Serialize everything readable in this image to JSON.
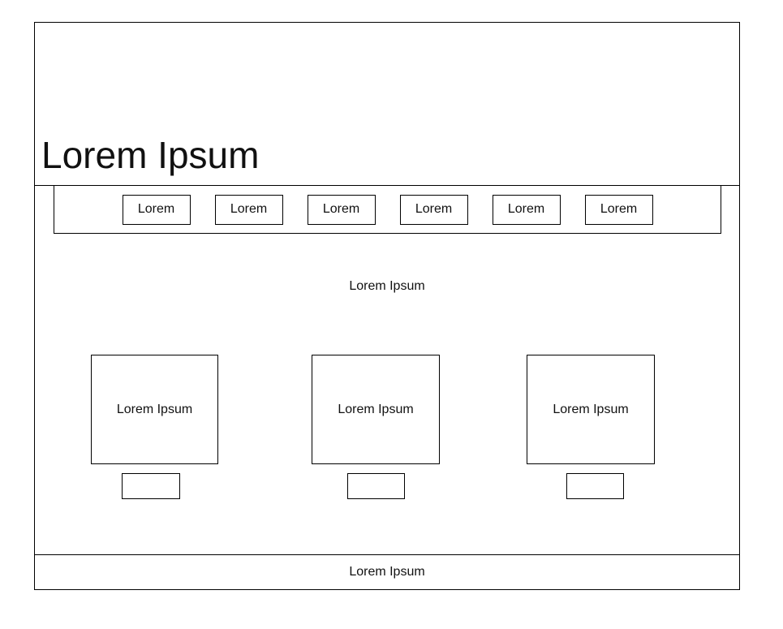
{
  "theme": {
    "background": "#ffffff",
    "border_color": "#000000",
    "text_color": "#111111"
  },
  "header": {
    "title": "Lorem Ipsum"
  },
  "navbar": {
    "items": [
      {
        "label": "Lorem"
      },
      {
        "label": "Lorem"
      },
      {
        "label": "Lorem"
      },
      {
        "label": "Lorem"
      },
      {
        "label": "Lorem"
      },
      {
        "label": "Lorem"
      }
    ]
  },
  "main": {
    "section_title": "Lorem Ipsum",
    "cards": [
      {
        "label": "Lorem Ipsum"
      },
      {
        "label": "Lorem Ipsum"
      },
      {
        "label": "Lorem Ipsum"
      }
    ]
  },
  "footer": {
    "text": "Lorem Ipsum"
  }
}
